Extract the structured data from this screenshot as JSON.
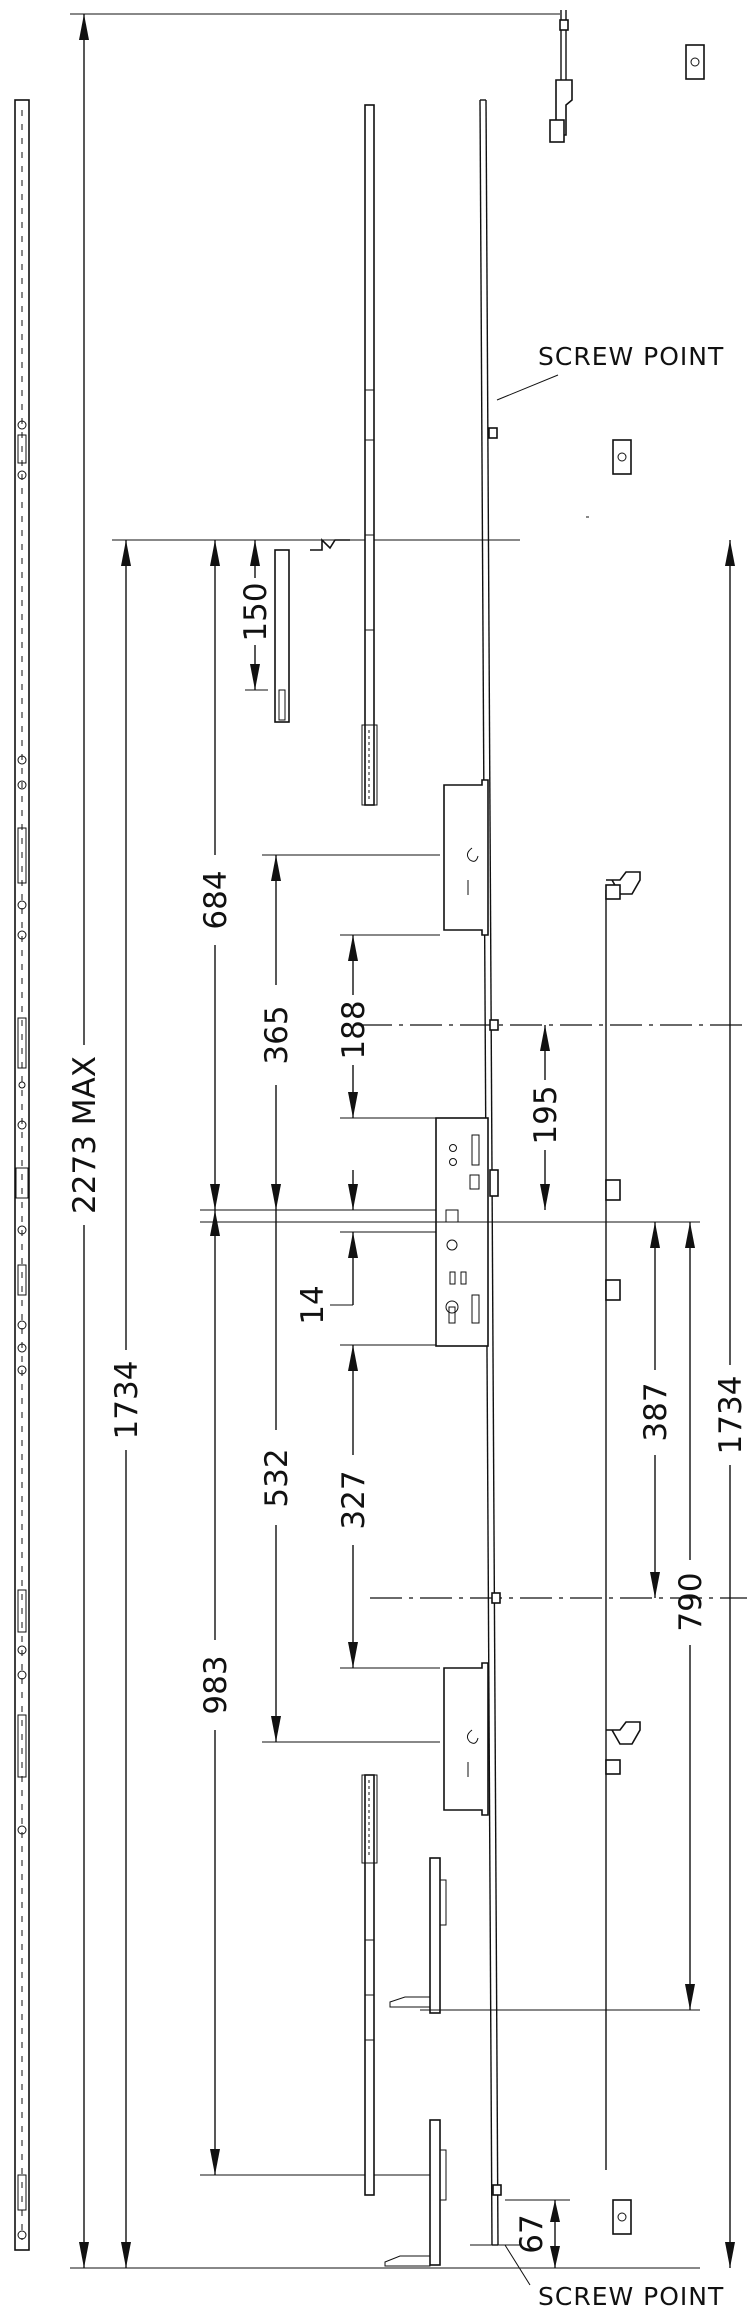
{
  "notes": {
    "screw_point_top": "SCREW POINT",
    "screw_point_bottom": "SCREW POINT"
  },
  "dimensions": {
    "overall_max": "2273 MAX",
    "left_1734": "1734",
    "right_1734": "1734",
    "d684": "684",
    "d983": "983",
    "d365": "365",
    "d532": "532",
    "d188": "188",
    "d327": "327",
    "d14": "14",
    "d150": "150",
    "d195": "195",
    "d387": "387",
    "d790": "790",
    "d67": "67"
  }
}
